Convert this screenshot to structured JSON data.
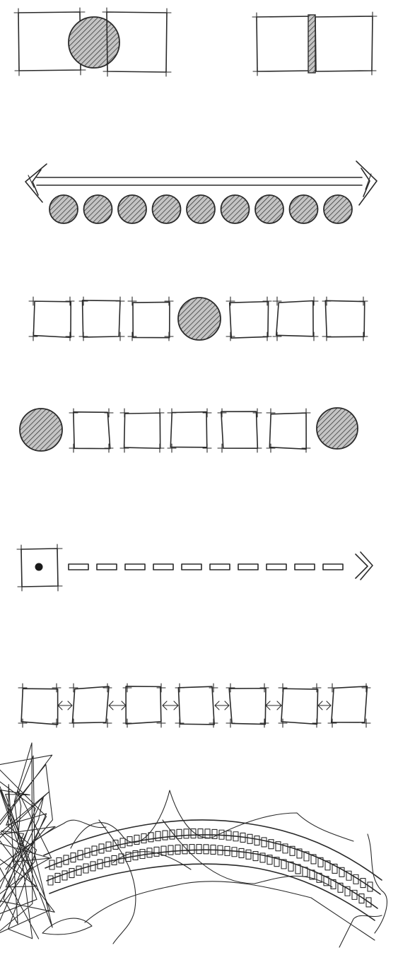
{
  "page": {
    "background": "#ffffff"
  },
  "colors": {
    "ink": "#2a2a2a",
    "hatch_fill": "#bdbdbd",
    "dot": "#1a1a1a"
  },
  "diagram": {
    "style": "hand-drawn pen sketch",
    "rows": [
      {
        "id": "row-1",
        "description_icons": [
          "square-icon",
          "hatched-circle-icon",
          "square-icon",
          "square-icon",
          "hatched-bar-icon",
          "square-icon"
        ]
      },
      {
        "id": "row-2",
        "description_icons": [
          "double-arrow-icon"
        ],
        "hatched_circle_count": 9
      },
      {
        "id": "row-3",
        "square_count": 6,
        "hatched_circle_count": 1
      },
      {
        "id": "row-4",
        "square_count": 5,
        "hatched_circle_count": 2
      },
      {
        "id": "row-5",
        "square_with_dot_count": 1,
        "dash_count": 10,
        "description_icons": [
          "chevron-arrow-icon"
        ]
      },
      {
        "id": "row-6",
        "square_count": 7,
        "double_arrow_link_count": 6
      },
      {
        "id": "row-7",
        "description_icons": [
          "path-corridor-icon",
          "scribble-texture-icon"
        ]
      }
    ]
  }
}
